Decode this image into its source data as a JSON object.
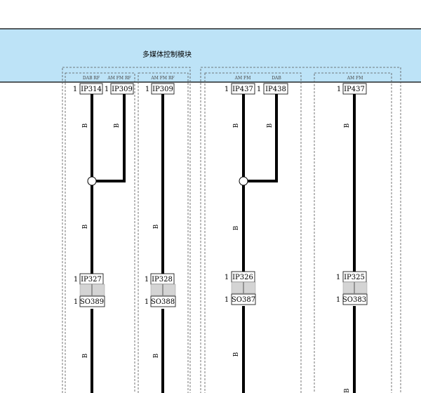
{
  "module": {
    "title": "多媒体控制模块",
    "header_color": "#bde3f7"
  },
  "groups": [
    {
      "label": "DAB RF"
    },
    {
      "label": "AM FM RF"
    },
    {
      "label": "AM FM RF"
    },
    {
      "label": "AM FM"
    },
    {
      "label": "DAB"
    },
    {
      "label": "AM FM"
    }
  ],
  "pins": [
    {
      "pin": "1",
      "conn": "IP314"
    },
    {
      "pin": "1",
      "conn": "IP309"
    },
    {
      "pin": "1",
      "conn": "IP309"
    },
    {
      "pin": "1",
      "conn": "IP437"
    },
    {
      "pin": "1",
      "conn": "IP438"
    },
    {
      "pin": "1",
      "conn": "IP437"
    }
  ],
  "inline_connectors": [
    {
      "top_pin": "1",
      "top": "IP327",
      "bottom_pin": "1",
      "bottom": "SO389"
    },
    {
      "top_pin": "1",
      "top": "IP328",
      "bottom_pin": "1",
      "bottom": "SO388"
    },
    {
      "top_pin": "1",
      "top": "IP326",
      "bottom_pin": "1",
      "bottom": "SO387"
    },
    {
      "top_pin": "1",
      "top": "IP325",
      "bottom_pin": "1",
      "bottom": "SO383"
    }
  ],
  "wire_colors": {
    "upper": [
      "B",
      "B",
      "B",
      "B",
      "B"
    ],
    "middle": [
      "B",
      "B",
      "B"
    ],
    "lower": [
      "B",
      "B",
      "B",
      "B"
    ]
  }
}
